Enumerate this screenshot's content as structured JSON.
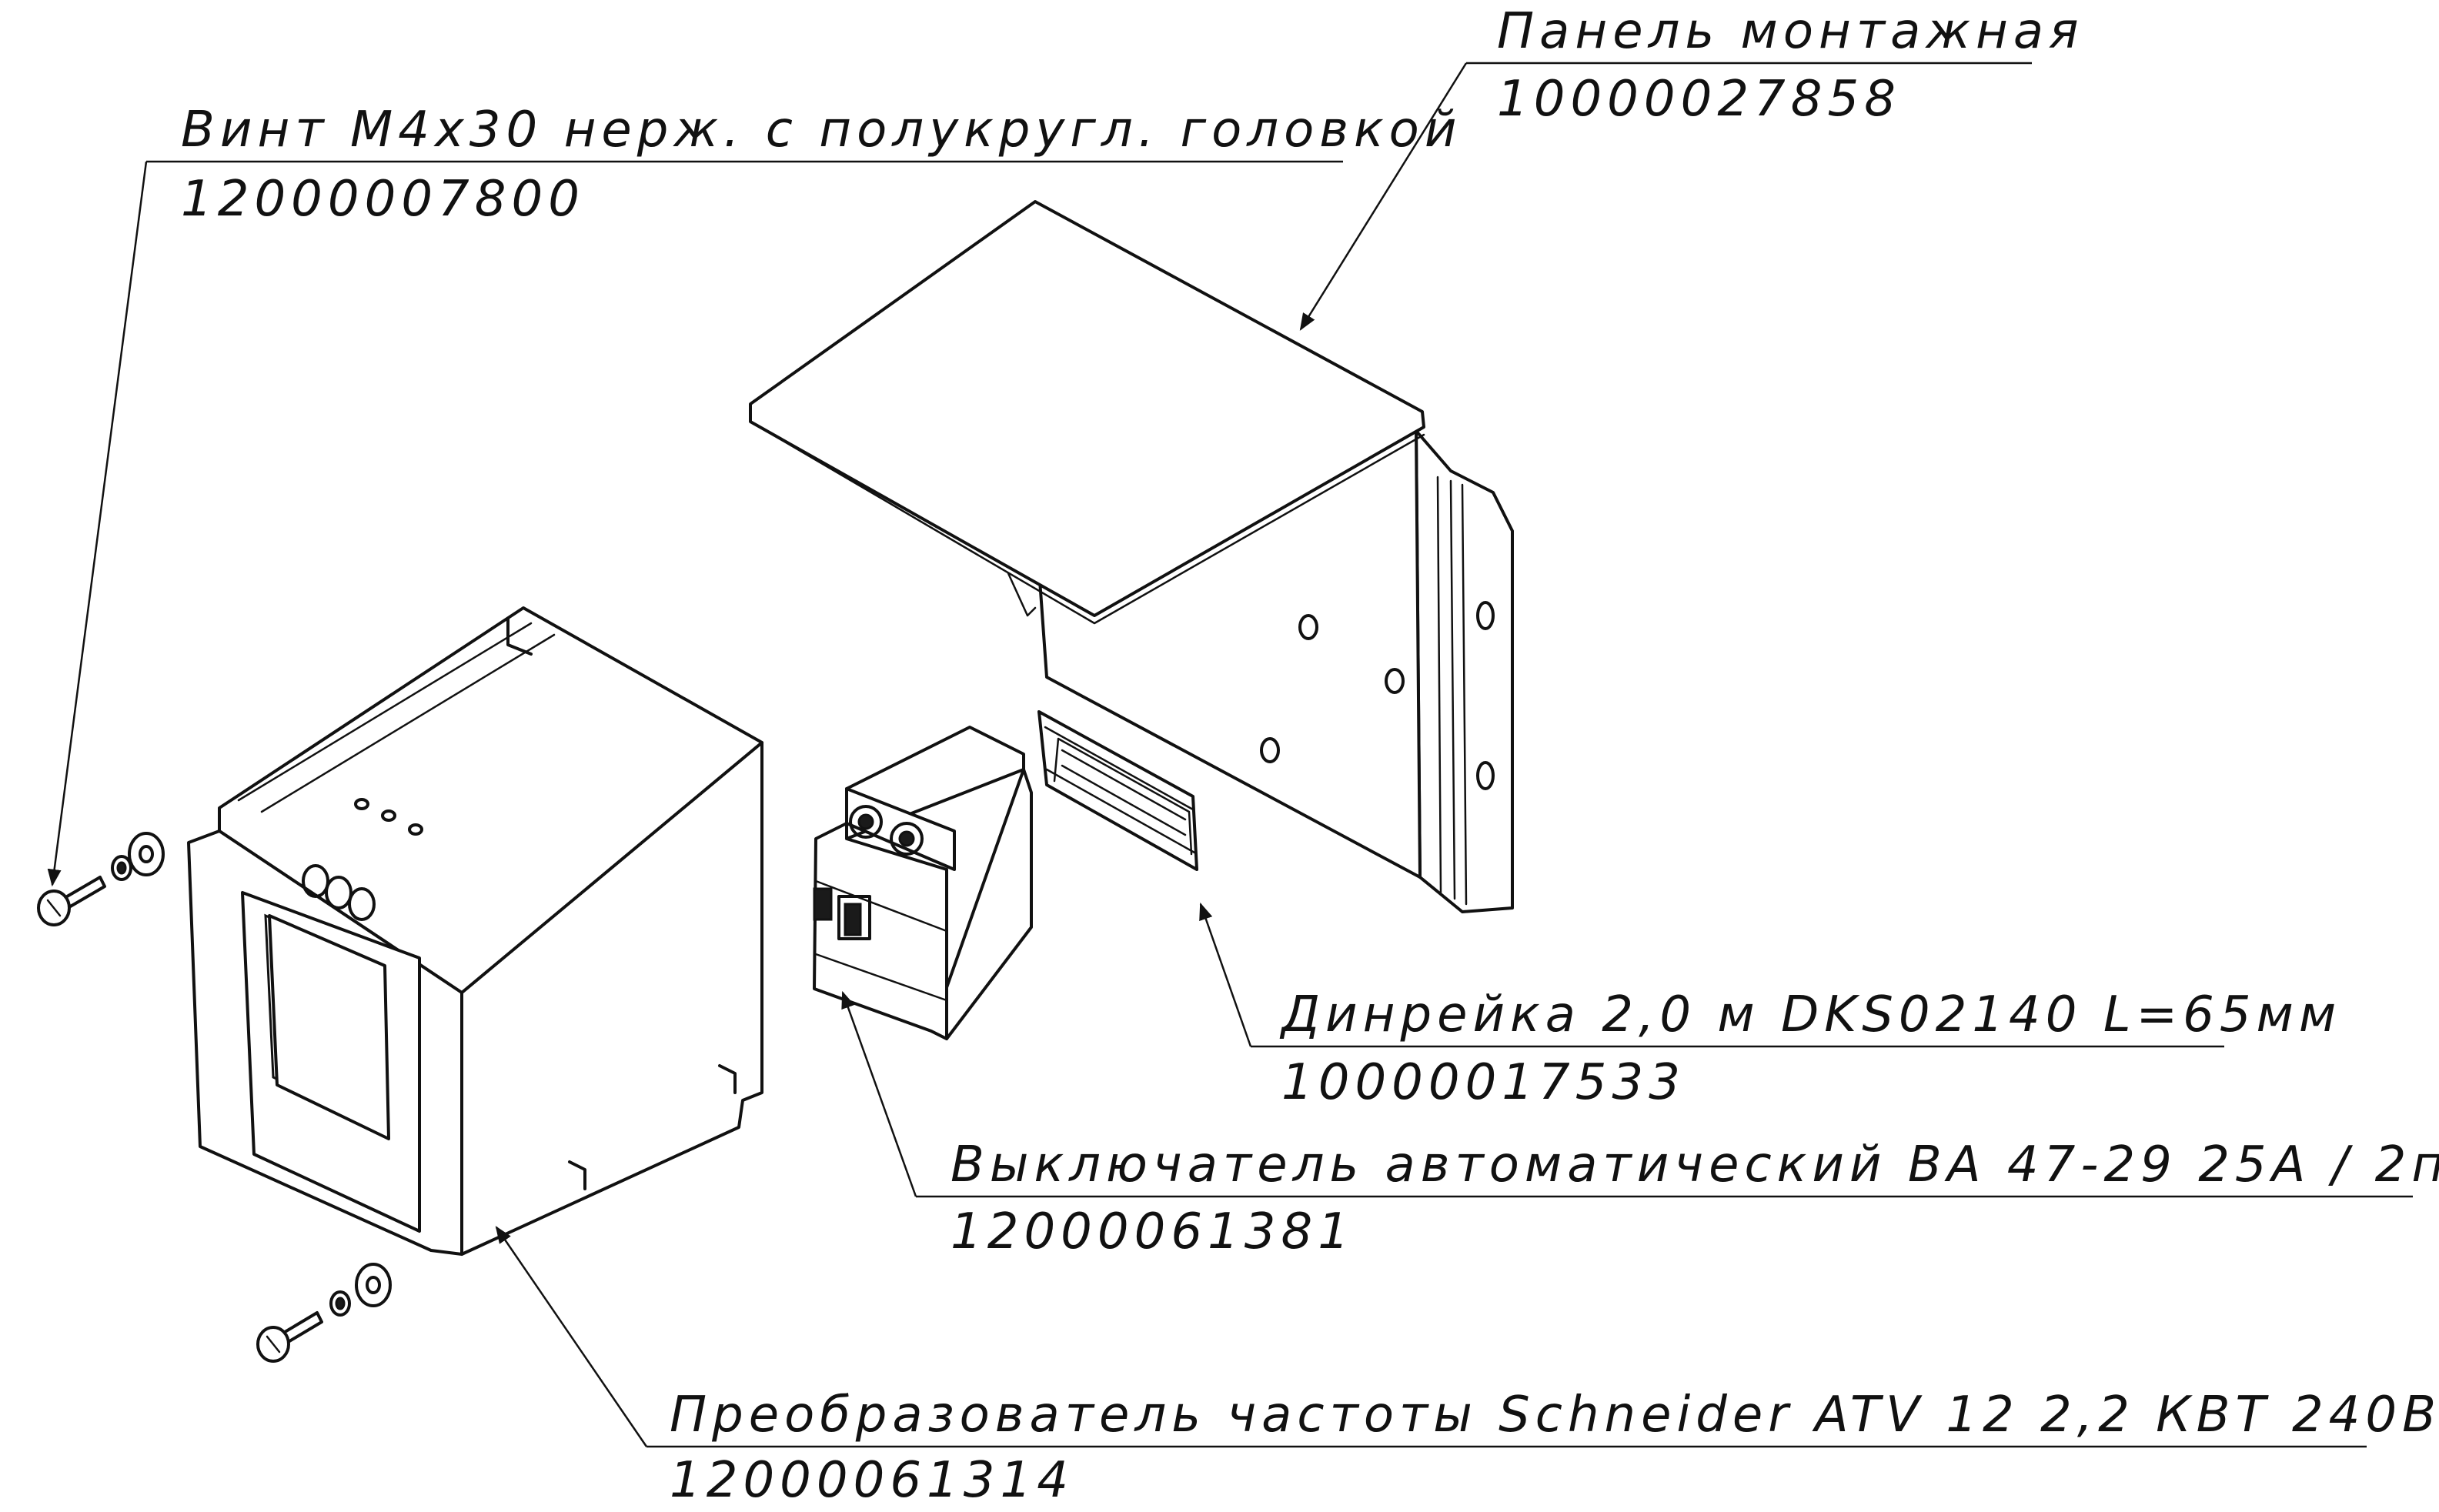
{
  "callouts": {
    "panel": {
      "name": "Панель монтажная",
      "code": "10000027858"
    },
    "screw": {
      "name": "Винт М4х30 нерж. с полукругл. головкой",
      "code": "12000007800"
    },
    "din_rail": {
      "name": "Динрейка 2,0 м DKS02140 L=65мм",
      "code": "10000017533"
    },
    "breaker": {
      "name": "Выключатель автоматический ВА 47-29  25А / 2п",
      "code": "12000061381"
    },
    "vfd": {
      "name": "Преобразователь частоты Schneider ATV 12  2,2 КВТ 240В",
      "code": "12000061314"
    }
  },
  "colors": {
    "line": "#111111",
    "background": "#ffffff"
  }
}
